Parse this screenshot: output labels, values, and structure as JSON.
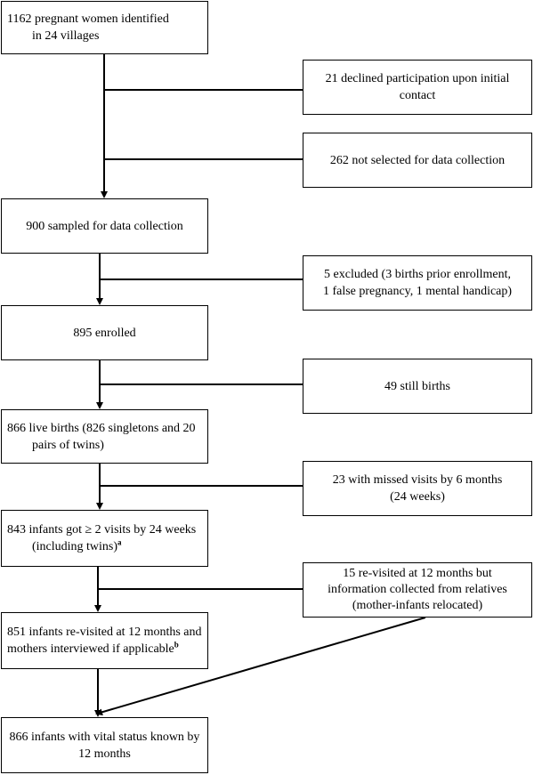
{
  "main": [
    {
      "lines": [
        "1162 pregnant women identified",
        "in 24 villages"
      ]
    },
    {
      "lines": [
        "900 sampled for data collection"
      ]
    },
    {
      "lines": [
        "895 enrolled"
      ]
    },
    {
      "lines": [
        "866 live births (826 singletons and 20",
        "pairs of twins)"
      ]
    },
    {
      "lines": [
        "843 infants got ≥ 2 visits by 24 weeks",
        "(including twins)"
      ],
      "sup": "a"
    },
    {
      "lines": [
        "851 infants re-visited at 12 months and",
        "mothers interviewed if applicable"
      ],
      "sup": "b"
    },
    {
      "lines": [
        "866 infants with vital status known by",
        "12 months"
      ]
    }
  ],
  "side": [
    {
      "lines": [
        "21 declined participation upon initial",
        "contact"
      ]
    },
    {
      "lines": [
        "262 not selected for data collection"
      ]
    },
    {
      "lines": [
        "5 excluded (3 births prior enrollment,",
        "1 false pregnancy, 1 mental handicap)"
      ]
    },
    {
      "lines": [
        "49 still births"
      ]
    },
    {
      "lines": [
        "23 with missed visits by 6 months",
        "(24 weeks)"
      ]
    },
    {
      "lines": [
        "15 re-visited at 12 months but",
        "information collected from relatives",
        "(mother-infants relocated)"
      ]
    }
  ]
}
